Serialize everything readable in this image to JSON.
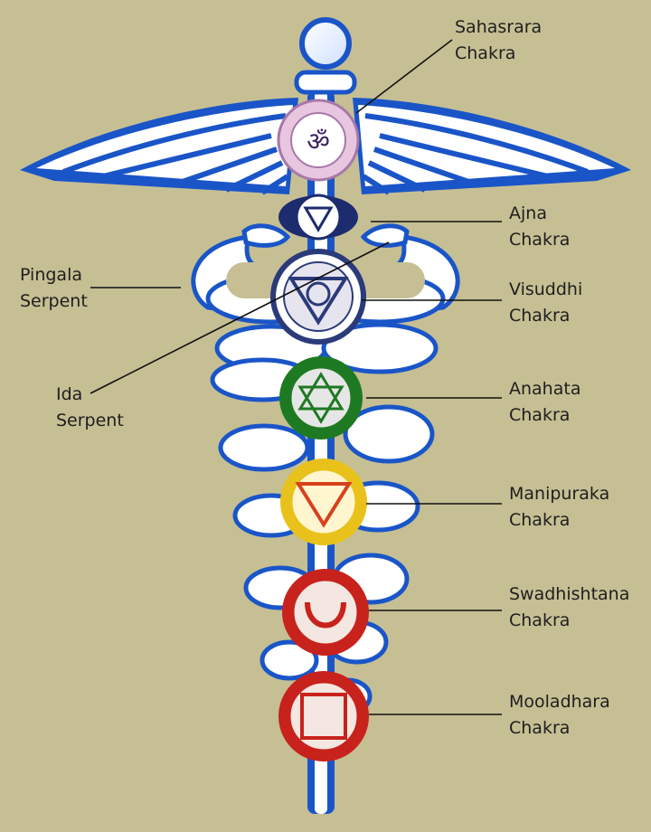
{
  "diagram": {
    "labels": {
      "sahasrara": [
        "Sahasrara",
        "Chakra"
      ],
      "ajna": [
        "Ajna",
        "Chakra"
      ],
      "visuddhi": [
        "Visuddhi",
        "Chakra"
      ],
      "anahata": [
        "Anahata",
        "Chakra"
      ],
      "manipuraka": [
        "Manipuraka",
        "Chakra"
      ],
      "swadhishtana": [
        "Swadhishtana",
        "Chakra"
      ],
      "mooladhara": [
        "Mooladhara",
        "Chakra"
      ],
      "pingala": [
        "Pingala",
        "Serpent"
      ],
      "ida": [
        "Ida",
        "Serpent"
      ]
    },
    "chakras": [
      {
        "key": "sahasrara",
        "color": "#c9a0c9",
        "symbol": "om-symbol"
      },
      {
        "key": "ajna",
        "color": "#1c2c6e",
        "symbol": "downward-triangle"
      },
      {
        "key": "visuddhi",
        "color": "#2a3a7a",
        "symbol": "downward-triangle-circle"
      },
      {
        "key": "anahata",
        "color": "#1e7a22",
        "symbol": "hexagram"
      },
      {
        "key": "manipuraka",
        "color": "#e8c21a",
        "symbol": "downward-triangle"
      },
      {
        "key": "swadhishtana",
        "color": "#c8221c",
        "symbol": "crescent"
      },
      {
        "key": "mooladhara",
        "color": "#c8221c",
        "symbol": "square"
      }
    ],
    "colors": {
      "background": "#c6bf94",
      "staff": "#1a55c8",
      "serpent": "#ffffff",
      "wing-stripe": "#1a55c8"
    }
  }
}
